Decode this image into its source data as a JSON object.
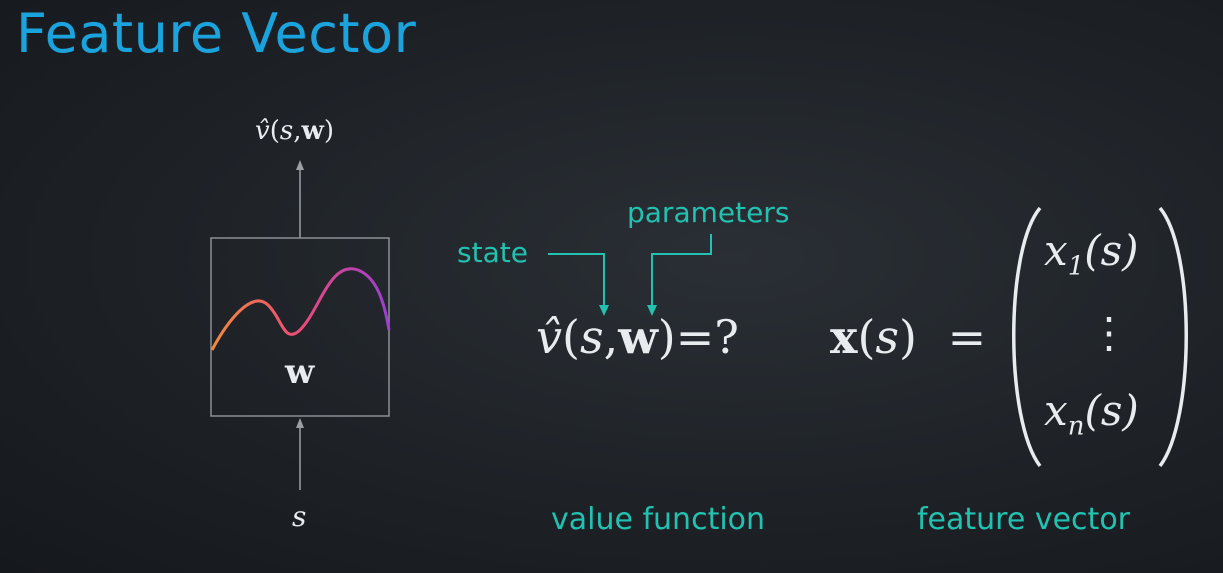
{
  "title": "Feature Vector",
  "box": {
    "output_label": {
      "hat": "v̂",
      "open": "(",
      "s": "s",
      "comma": ",",
      "w": "w",
      "close": ")"
    },
    "inner_label": "w",
    "input_label": "s"
  },
  "annotations": {
    "state": "state",
    "parameters": "parameters"
  },
  "value_function": {
    "hat_v": "v̂",
    "open": "(",
    "s": "s",
    "comma": ",",
    "w": "w",
    "close": ")",
    "rhs": "=?",
    "caption": "value function"
  },
  "feature_vector": {
    "x": "x",
    "open": "(",
    "s": "s",
    "close": ")",
    "equals": "=",
    "entries": [
      {
        "var": "x",
        "sub": "1",
        "arg": "(s)"
      },
      {
        "var": "x",
        "sub": "n",
        "arg": "(s)"
      }
    ],
    "dots": "⋮",
    "caption": "feature vector"
  },
  "colors": {
    "title": "#1aa3dd",
    "accent": "#22c1b0",
    "curve_start": "#f08a3c",
    "curve_mid": "#ec4a7a",
    "curve_end": "#9a3fd0"
  }
}
